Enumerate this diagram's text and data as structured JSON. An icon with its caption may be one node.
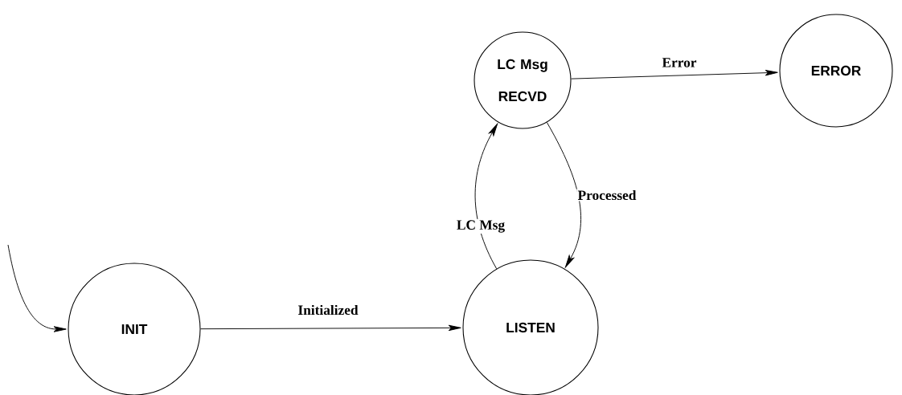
{
  "diagram": {
    "nodes": [
      {
        "text": [
          "LC Msg RECVD"
        ]
      },
      {
        "text": [
          "ERROR"
        ]
      },
      {
        "text": [
          "INIT"
        ]
      },
      {
        "text": [
          "LISTEN"
        ]
      }
    ],
    "edges": [
      {
        "from": null,
        "to": 2,
        "arrow": "to"
      },
      {
        "from": 2,
        "to": 3,
        "label": "Initialized",
        "arrow": "to"
      },
      {
        "from": 3,
        "to": 0,
        "label": "LC Msg",
        "arrow": "to"
      },
      {
        "from": 0,
        "to": 3,
        "label": "Processed",
        "arrow": "to"
      },
      {
        "from": 0,
        "to": 1,
        "label": "Error",
        "arrow": "to"
      }
    ]
  }
}
